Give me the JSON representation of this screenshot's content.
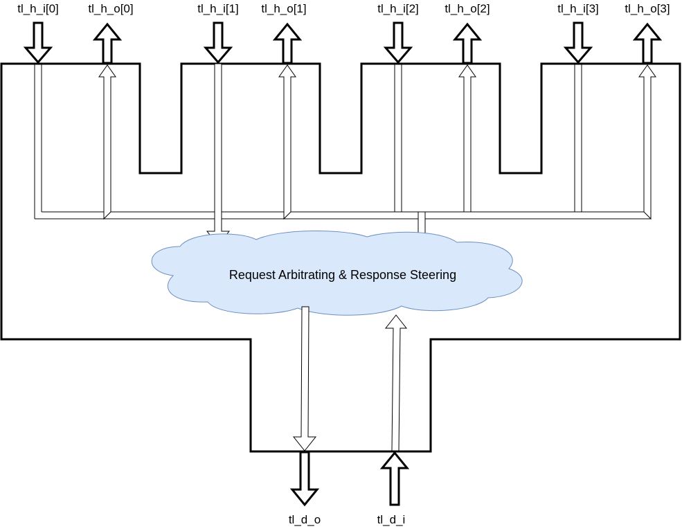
{
  "diagram": {
    "cloud_label": "Request Arbitrating & Response Steering",
    "host_ports": [
      {
        "in_label": "tl_h_i[0]",
        "out_label": "tl_h_o[0]"
      },
      {
        "in_label": "tl_h_i[1]",
        "out_label": "tl_h_o[1]"
      },
      {
        "in_label": "tl_h_i[2]",
        "out_label": "tl_h_o[2]"
      },
      {
        "in_label": "tl_h_i[3]",
        "out_label": "tl_h_o[3]"
      }
    ],
    "device_ports": {
      "out_label": "tl_d_o",
      "in_label": "tl_d_i"
    },
    "colors": {
      "cloud_fill": "#dae8fc",
      "cloud_stroke": "#6c8ebf",
      "line": "#000000",
      "background": "#ffffff"
    }
  }
}
